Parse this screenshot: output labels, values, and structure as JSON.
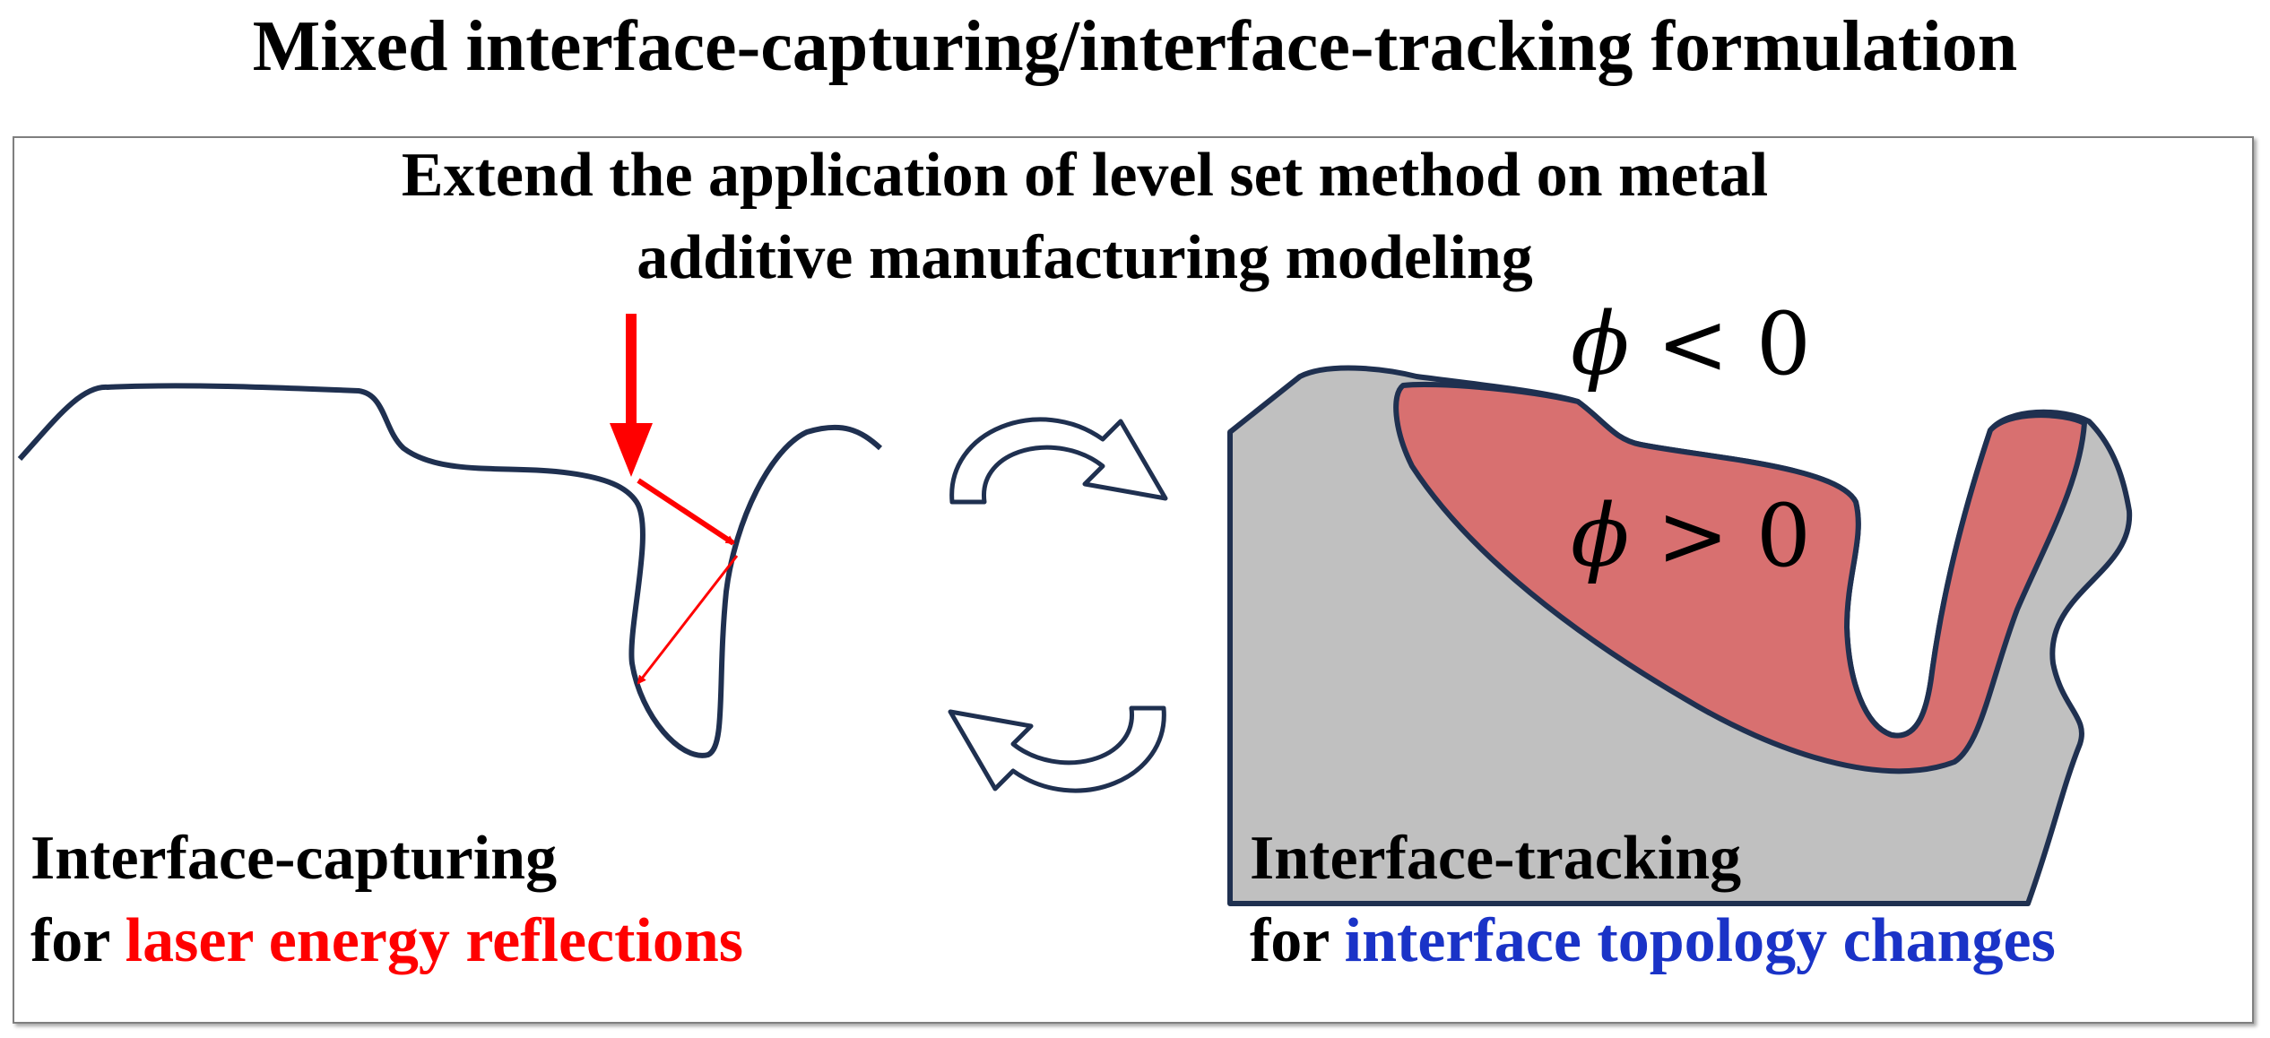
{
  "title": "Mixed interface-capturing/interface-tracking formulation",
  "subtitle": {
    "line1": "Extend the application of level set method on metal",
    "line2": "additive manufacturing modeling"
  },
  "phi_negative": {
    "symbol": "ϕ",
    "operator": "<",
    "value": "0"
  },
  "phi_positive": {
    "symbol": "ϕ",
    "operator": ">",
    "value": "0"
  },
  "left_label": {
    "line1": "Interface-capturing",
    "prefix": "for",
    "highlight": "laser energy reflections"
  },
  "right_label": {
    "line1": "Interface-tracking",
    "prefix": "for",
    "highlight": "interface topology changes"
  },
  "colors": {
    "interface_outline": "#1f3050",
    "laser_arrow": "#ff0000",
    "substrate_fill": "#c0c0c0",
    "melt_pool_fill": "#d87070",
    "highlight_left": "#ff0000",
    "highlight_right": "#1a33c7"
  },
  "icons": [
    "laser-beam-arrow",
    "reflection-arrow",
    "cycle-arrow-top",
    "cycle-arrow-bottom"
  ]
}
